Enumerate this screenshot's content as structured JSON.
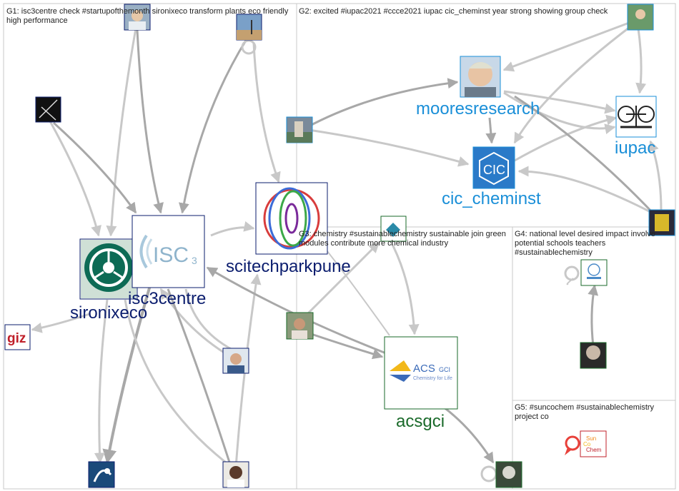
{
  "groups": [
    {
      "id": "G1",
      "label": "G1: isc3centre check #startupofthemonth sironixeco transform plants eco friendly high performance"
    },
    {
      "id": "G2",
      "label": "G2: excited #iupac2021 #ccce2021 iupac cic_cheminst year strong showing group check"
    },
    {
      "id": "G3",
      "label": "G3: chemistry #sustainablechemistry sustainable join green modules contribute more chemical industry"
    },
    {
      "id": "G4",
      "label": "G4: national level desired impact involve potential schools teachers #sustainablechemistry"
    },
    {
      "id": "G5",
      "label": "G5: #suncochem #sustainablechemistry project co"
    }
  ],
  "nodes": {
    "sironixeco": {
      "label": "sironixeco",
      "color": "#0b1d6e",
      "icon": "sironixeco-logo"
    },
    "isc3centre": {
      "label": "isc3centre",
      "color": "#0b1d6e",
      "icon": "isc3-logo"
    },
    "scitechparkpune": {
      "label": "scitechparkpune",
      "color": "#0b1d6e",
      "icon": "scitechpark-logo"
    },
    "mooresresearch": {
      "label": "mooresresearch",
      "color": "#1a8fd8",
      "icon": "person-photo"
    },
    "iupac": {
      "label": "iupac",
      "color": "#1a8fd8",
      "icon": "iupac-logo"
    },
    "cic_cheminst": {
      "label": "cic_cheminst",
      "color": "#1a8fd8",
      "icon": "cic-logo"
    },
    "acsgci": {
      "label": "acsgci",
      "color": "#1a6a2a",
      "icon": "acs-gci-logo"
    },
    "giz": {
      "label": "giz",
      "color": "#c0202a",
      "icon": "giz-logo"
    },
    "sun_chem": {
      "text1": "Sun",
      "text2": "Co",
      "text3": "Chem",
      "icon": "suncochem-logo"
    }
  },
  "colors": {
    "edge": "#c8c8c8",
    "edge_dark": "#a8a8a8",
    "panel_border": "#c8c8c8",
    "red_pin": "#e8413a"
  }
}
